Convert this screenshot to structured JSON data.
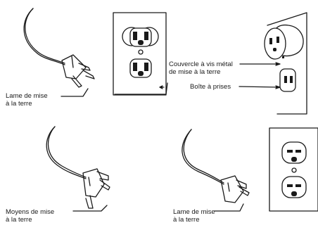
{
  "labels": {
    "ground_blade_1": [
      "Lame de mise",
      "à la terre"
    ],
    "ground_cover_screw": [
      "Couvercle à vis métal",
      "de mise à la terre"
    ],
    "outlet_box": "Boîte à prises",
    "grounding_means": [
      "Moyens de mise",
      "à la terre"
    ],
    "ground_blade_2": [
      "Lame de mise",
      "à la terre"
    ]
  },
  "colors": {
    "line": "#1a1a1a",
    "plate_fill": "#ffffff",
    "background": "#ffffff"
  },
  "icons": [
    "plug-icon",
    "duplex-outlet-icon",
    "plug-in-outlet-icon",
    "adapter-plug-icon"
  ]
}
